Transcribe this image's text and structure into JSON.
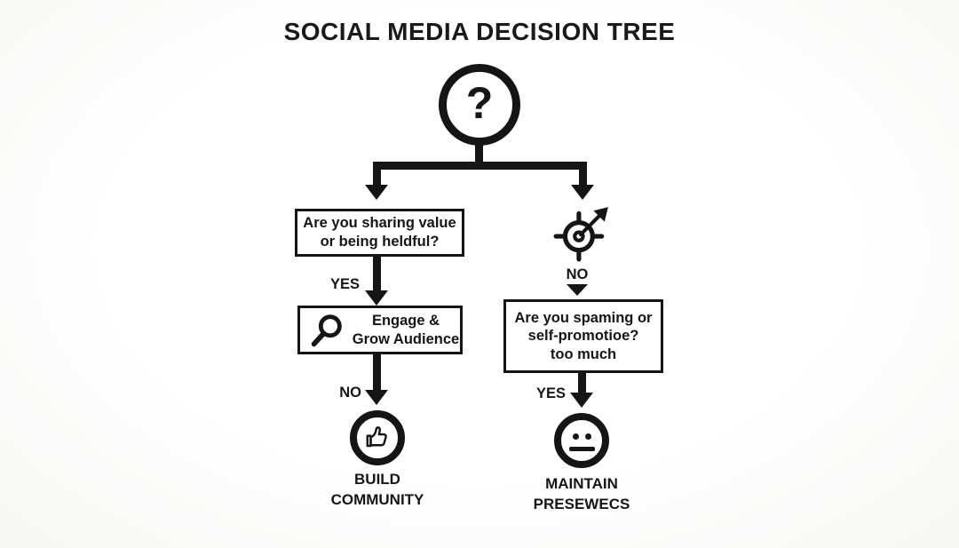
{
  "title": "SOCIAL MEDIA DECISION TREE",
  "root": {
    "symbol": "?"
  },
  "left": {
    "question_line1": "Are you sharing value",
    "question_line2": "or being heldful?",
    "yes_label": "YES",
    "action_line1": "Engage &",
    "action_line2": "Grow Audience",
    "no_label": "NO",
    "outcome_line1": "BUILD",
    "outcome_line2": "COMMUNITY"
  },
  "right": {
    "no_label": "NO",
    "question_line1": "Are you spaming or",
    "question_line2": "self-promotioe?",
    "question_line3": "too much",
    "yes_label": "YES",
    "outcome_line1": "MAINTAIN",
    "outcome_line2": "PRESEWECS"
  },
  "icons": {
    "root": "question-mark-icon",
    "left_action": "magnifier-icon",
    "left_outcome": "thumbs-up-icon",
    "right_branch": "target-dart-icon",
    "right_outcome": "neutral-face-icon"
  },
  "colors": {
    "ink": "#151515",
    "background": "#fcfcfc",
    "box_background": "#ffffff"
  }
}
